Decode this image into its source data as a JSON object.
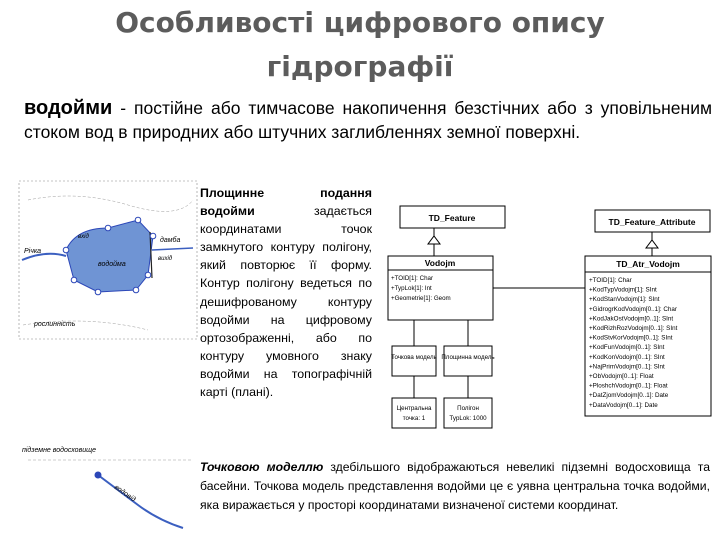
{
  "slide": {
    "title_line1": "Особливості цифрового опису",
    "title_line2": "гідрографії",
    "intro_term": "водойми",
    "intro_rest": " - постійне або тимчасове накопичення безстічних або з уповільненим стоком вод в природних або штучних заглибленнях земної поверхні.",
    "desc_term1": "Площинне подання водойми",
    "desc_rest": " задається координатами точок замкнутого контуру полігону, який повторює її форму. Контур полігону ведеться по дешифрованому контуру водойми на цифровому ортозображенні, або по контуру умовного знаку водойми на топографічній карті (плані).",
    "point_term": "Точковою моделлю",
    "point_rest": " здебільшого відображаються невеликі підземні водосховища та басейни. Точкова модель представлення водойми це є уявна центральна точка водойми, яка виражається у просторі координатами визначеної системи координат."
  },
  "map": {
    "label_river": "Річка",
    "label_reservoir": "водойма",
    "label_dam": "дамба",
    "label_outlet": "вихід",
    "label_inlet": "вхід",
    "label_vegetation": "рослинність",
    "label_underground": "підземне водосховище",
    "label_canal": "водовід"
  },
  "uml": {
    "feature": "TD_Feature",
    "feature_attr": "TD_Feature_Attribute",
    "vodojm": "Vodojm",
    "vodojm_attrs": [
      "+TOID[1]: Char",
      "+TypLok[1]: Int",
      "+Geometrie[1]: Geom"
    ],
    "point_model": "Точкова модель",
    "area_model": "Площинна модель",
    "center_point_1": "Центральна",
    "center_point_2": "точка: 1",
    "polygon_1": "Полігон",
    "polygon_2": "TypLok: 1000",
    "attr_class": "TD_Atr_Vodojm",
    "attr_list": [
      "+TOID[1]: Char",
      "+KodTypVodojm[1]: SInt",
      "+KodStanVodojm[1]: SInt",
      "+GidrogrKodVodojm[0..1]: Char",
      "+KodJakOstVodojm[0..1]: SInt",
      "+KodRizhRozVodojm[0..1]: SInt",
      "+KodStvKorVodojm[0..1]: SInt",
      "+KodFunVodojm[0..1]: SInt",
      "+KodKonVodojm[0..1]: SInt",
      "+NajPrimVodojm[0..1]: SInt",
      "+ObVodojm[0..1]: Float",
      "+PloshchVodojm[0..1]: Float",
      "+DatZjomVodojm[0..1]: Date",
      "+DataVodojm[0..1]: Date"
    ]
  },
  "colors": {
    "title": "#5c5c5c",
    "water": "#6f94d4",
    "river": "#3b5fc0",
    "dot": "#2c47b8"
  }
}
